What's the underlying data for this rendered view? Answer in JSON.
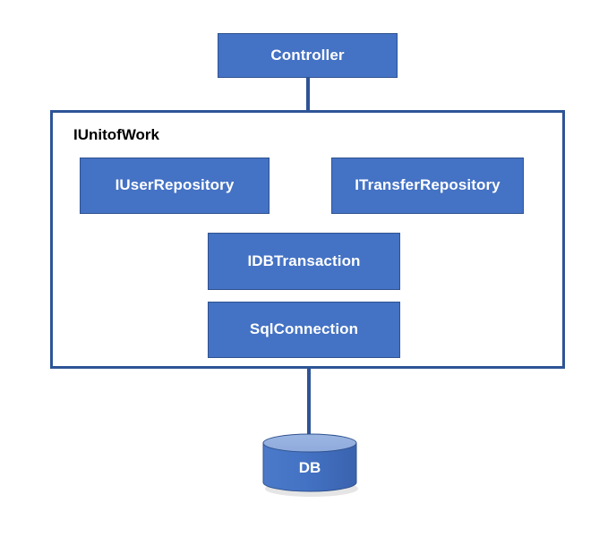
{
  "diagram": {
    "title_node": {
      "label": "Controller"
    },
    "container": {
      "label": "IUnitofWork"
    },
    "nodes": [
      {
        "id": "controller",
        "label": "Controller"
      },
      {
        "id": "user-repo",
        "label": "IUserRepository"
      },
      {
        "id": "transfer-repo",
        "label": "ITransferRepository"
      },
      {
        "id": "db-transaction",
        "label": "IDBTransaction"
      },
      {
        "id": "sql-connection",
        "label": "SqlConnection"
      },
      {
        "id": "database",
        "label": "DB"
      }
    ],
    "colors": {
      "box_fill": "#4472C4",
      "box_border": "#2F528F",
      "container_border": "#2E5496",
      "connector": "#2E5496",
      "cylinder_top": "#8FAADC",
      "cylinder_body": "#4472C4",
      "box_text": "#FFFFFF",
      "container_text": "#000000",
      "background": "#FFFFFF"
    }
  }
}
